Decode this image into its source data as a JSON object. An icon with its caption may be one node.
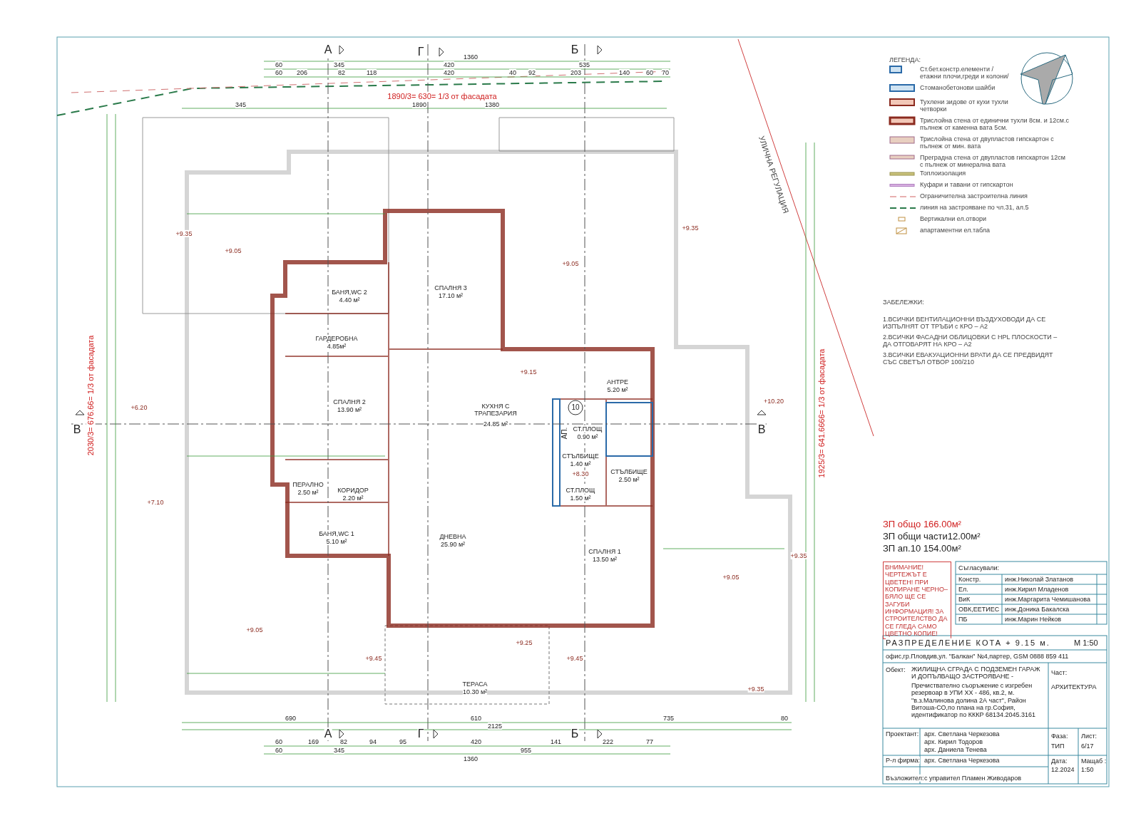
{
  "diagram": {
    "nodes": [
      {
        "text": [
          "ВНИМАНИЕ! ЧЕРТЕЖЪТ Е ЦВЕТЕН! ПРИ КОПИРАНЕ ЧЕРНО–БЯЛО ЩЕ СЕ ЗАГУБИ ИНФОРМАЦИЯ! ЗА СТРОИТЕЛСТВО ДА СЕ ГЛЕДА САМО ЦВЕТНО КОПИЕ!"
        ]
      }
    ],
    "labels": [
      "А",
      "Г",
      "Б",
      "В",
      "В",
      "А",
      "Г",
      "Б",
      "1360",
      "60",
      "345",
      "420",
      "535",
      "60",
      "206",
      "82",
      "118",
      "420",
      "40",
      "92",
      "203",
      "140",
      "60",
      "70",
      "1890/3= 630= 1/3 от фасадата",
      "345",
      "1890",
      "1380",
      "2030/3= 676.66= 1/3 от фасадата",
      "1925/3= 641.6666= 1/3 от фасадата",
      "УЛИЧНА РЕГУЛАЦИЯ",
      "690",
      "610",
      "735",
      "80",
      "2125",
      "60",
      "169",
      "82",
      "94",
      "95",
      "420",
      "141",
      "222",
      "77",
      "60",
      "345",
      "955",
      "1360",
      "СПАЛНЯ 3",
      "17.10 м²",
      "БАНЯ,WC 2",
      "4.40 м²",
      "ГАРДЕРОБНА",
      "4.85м²",
      "СПАЛНЯ 2",
      "13.90 м²",
      "КУХНЯ С ТРАПЕЗАРИЯ",
      "24.85 м²",
      "АНТРЕ",
      "5.20 м²",
      "СТ.ПЛОЩ",
      "0.90 м²",
      "СТЪЛБИЩЕ",
      "1.40 м²",
      "СТЪЛБИЩЕ",
      "2.50 м²",
      "СТ.ПЛОЩ",
      "1.50 м²",
      "ПЕРАЛНО",
      "2.50 м²",
      "КОРИДОР",
      "2.20 м²",
      "БАНЯ,WC 1",
      "5.10 м²",
      "ДНЕВНА",
      "25.90 м²",
      "СПАЛНЯ 1",
      "13.50 м²",
      "ТЕРАСА",
      "10.30 м²",
      "АП.",
      "10",
      "+9.15",
      "+9.35",
      "+9.35",
      "+9.05",
      "+9.05",
      "+9.05",
      "+9.05",
      "+9.45",
      "+9.45",
      "+9.25",
      "+8.30",
      "+10.20",
      "+7.10",
      "+6.20",
      "+9.35",
      "+9.35",
      "ЛЕГЕНДА:",
      "ЗАБЕЛЕЖКИ:",
      "1.ВСИЧКИ ВЕНТИЛАЦИОННИ ВЪЗДУХОВОДИ ДА СЕ ИЗПЪЛНЯТ ОТ ТРЪБИ с КРО – А2",
      "2.ВСИЧКИ ФАСАДНИ ОБЛИЦОВКИ С HPL ПЛОСКОСТИ – ДА ОТГОВАРЯТ НА КРО – А2",
      "3.ВСИЧКИ ЕВАКУАЦИОННИ ВРАТИ ДА СЕ ПРЕДВИДЯТ СЪС СВЕТЪЛ ОТВОР 100/210",
      "ЗП общо 166.00м²",
      "ЗП общи части12.00м²",
      "ЗП ап.10 154.00м²",
      "Съгласували:",
      "Констр.",
      "инж.Николай Златанов",
      "Ел.",
      "инж.Кирил Младенов",
      "ВиК",
      "инж.Маргарита Чемишанова",
      "ОВК,ЕЕТИЕС",
      "инж.Доника Бакалска",
      "ПБ",
      "инж.Марин Нейков",
      "РАЗПРЕДЕЛЕНИЕ КОТА + 9.15 м.",
      "М 1:50",
      "офис,гр.Пловдив,ул. \"Балкан\" №4,партер, GSM 0888 859 411",
      "Обект:",
      "ЖИЛИЩНА СГРАДА С ПОДЗЕМЕН ГАРАЖ И ДОПЪЛВАЩО ЗАСТРОЯВАНЕ -",
      "Пречиствателно съоръжение с изгребен резервоар в УПИ XX - 486, кв.2, м. \"в.з.Малинова долина 2А част\", Район Витоша-СО,по плана на гр.София, идентификатор по КККР 68134.2045.3161",
      "Част:",
      "АРХИТЕКТУРА",
      "Проектант:",
      "арх. Светлана Черкезова",
      "арх. Кирил Тодоров",
      "арх. Даниела Тенева",
      "Фаза:",
      "ТИП",
      "Лист:",
      "6/17",
      "Р-л фирма:",
      "арх. Светлана Черкезова",
      "Дата:",
      "12.2024",
      "Мащаб :",
      "1:50",
      "Възложител:",
      "с управител Пламен Живодаров"
    ],
    "legend": [
      {
        "text": "Ст.бет.констр.елементи /етажни плочи,греди и колони/"
      },
      {
        "text": "Стоманобетонови шайби"
      },
      {
        "text": "Тухлени зидове от кухи тухли четворки"
      },
      {
        "text": "Трислойна стена от единични тухли 8см. и 12см.с пълнеж от каменна вата 5см."
      },
      {
        "text": "Трислойна стена от двупластов гипскартон с пълнеж от мин. вата"
      },
      {
        "text": "Преградна стена от двупластов гипскартон 12см с пълнеж от минерална вата"
      },
      {
        "text": "Топлоизолация"
      },
      {
        "text": "Куфари и тавани от гипскартон"
      },
      {
        "text": "Ограничителна застроителна линия"
      },
      {
        "text": "линия на застрояване по чл.31, ал.5"
      },
      {
        "text": "Вертикални ел.отвори"
      },
      {
        "text": "апартаментни ел.табла"
      }
    ]
  }
}
